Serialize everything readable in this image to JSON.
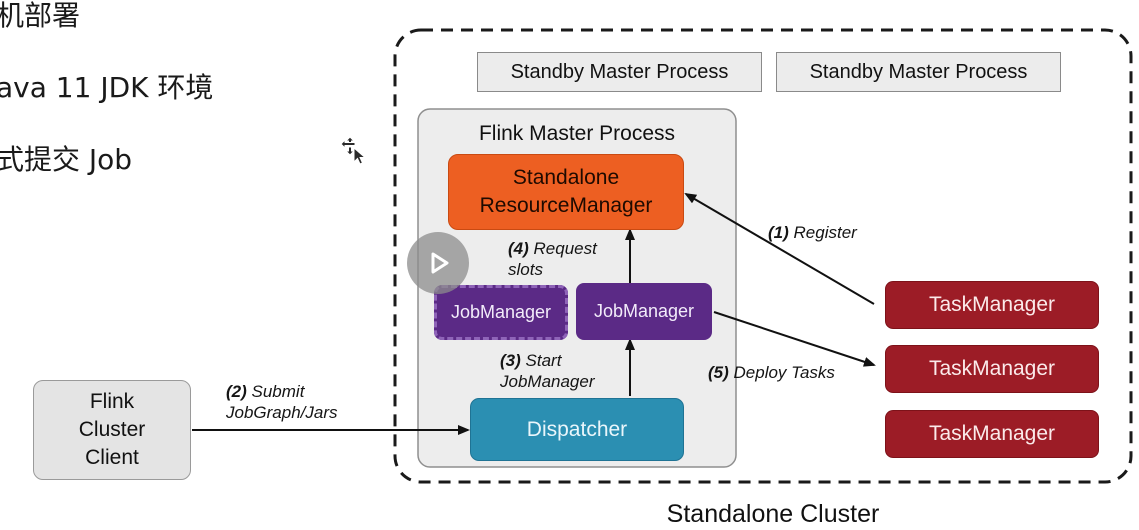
{
  "slide": {
    "line1": "机部署",
    "line2": "ava 11 JDK 环境",
    "line3": "式提交 Job"
  },
  "diagram": {
    "cluster_caption": "Standalone Cluster",
    "standby_master_1": "Standby Master Process",
    "standby_master_2": "Standby Master Process",
    "master_process_title": "Flink Master Process",
    "resource_manager_line1": "Standalone",
    "resource_manager_line2": "ResourceManager",
    "job_manager_pending": "JobManager",
    "job_manager": "JobManager",
    "dispatcher": "Dispatcher",
    "client_line1": "Flink",
    "client_line2": "Cluster",
    "client_line3": "Client",
    "task_managers": [
      "TaskManager",
      "TaskManager",
      "TaskManager"
    ],
    "steps": {
      "register_num": "(1)",
      "register_text": "Register",
      "submit_num": "(2)",
      "submit_text1": "Submit",
      "submit_text2": "JobGraph/Jars",
      "start_num": "(3)",
      "start_text1": "Start",
      "start_text2": "JobManager",
      "request_num": "(4)",
      "request_text1": "Request",
      "request_text2": "slots",
      "deploy_num": "(5)",
      "deploy_text": "Deploy Tasks"
    }
  },
  "colors": {
    "resource_manager": "#ed5f22",
    "job_manager": "#5b2a86",
    "dispatcher": "#2b8fb2",
    "task_manager": "#9c1c26",
    "client": "#e4e4e4"
  },
  "icons": {
    "player": "play-circle-icon",
    "cursor": "move-cursor-icon"
  }
}
